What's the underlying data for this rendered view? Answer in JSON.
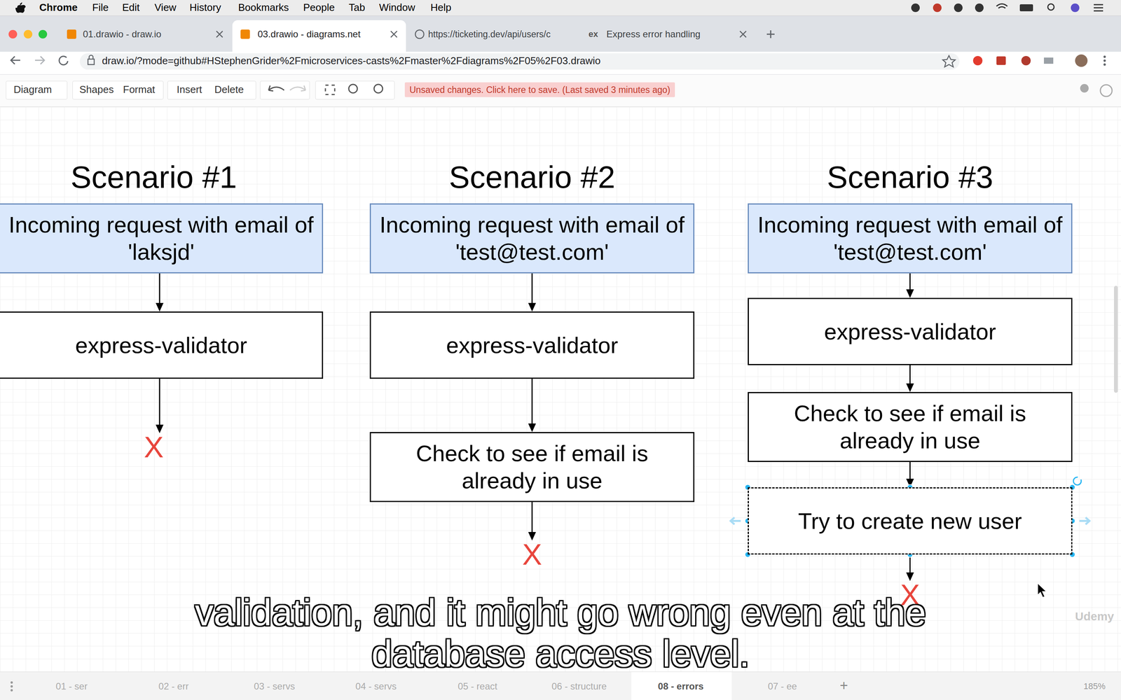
{
  "diagram": {
    "nodes": [
      {
        "text": [
          "Incoming request with email of 'laksjd'"
        ]
      },
      {
        "text": [
          "express-validator"
        ]
      },
      {
        "text": [
          "Incoming request with email of 'test@test.com'"
        ]
      },
      {
        "text": [
          "express-validator"
        ]
      },
      {
        "text": [
          "Check to see if email is already in use"
        ]
      },
      {
        "text": [
          "Incoming request with email of 'test@test.com'"
        ]
      },
      {
        "text": [
          "express-validator"
        ]
      },
      {
        "text": [
          "Check to see if email is already in use"
        ]
      },
      {
        "text": [
          "Try to create new user"
        ]
      }
    ],
    "edges": [
      {
        "from": 0,
        "to": 1,
        "arrow": "to"
      },
      {
        "from": 2,
        "to": 3,
        "arrow": "to"
      },
      {
        "from": 3,
        "to": 4,
        "arrow": "to"
      },
      {
        "from": 5,
        "to": 6,
        "arrow": "to"
      },
      {
        "from": 6,
        "to": 7,
        "arrow": "to"
      },
      {
        "from": 7,
        "to": 8,
        "arrow": "to"
      }
    ],
    "labels": [
      "Chrome",
      "File",
      "Edit",
      "View",
      "History",
      "Bookmarks",
      "People",
      "Tab",
      "Window",
      "Help",
      "01.drawio - draw.io",
      "03.drawio - diagrams.net",
      "https://ticketing.dev/api/users/c",
      "Express error handling",
      "draw.io/?mode=github#HStephenGrider%2Fmicroservices-casts%2Fmaster%2Fdiagrams%2F05%2F03.drawio",
      "Diagram",
      "Shapes",
      "Format",
      "Insert",
      "Delete",
      "Unsaved changes. Click here to save. (Last saved 3 minutes ago)",
      "Scenario #1",
      "Scenario #2",
      "Scenario #3",
      "X",
      "X",
      "X",
      "validation, and it might go wrong even at the database access level.",
      "01 - ser",
      "02 - err",
      "03 - servs",
      "04 - servs",
      "05 - react",
      "06 - structure",
      "08 - errors",
      "07 - ee",
      "+",
      "185%",
      "Udemy",
      "ex"
    ]
  }
}
